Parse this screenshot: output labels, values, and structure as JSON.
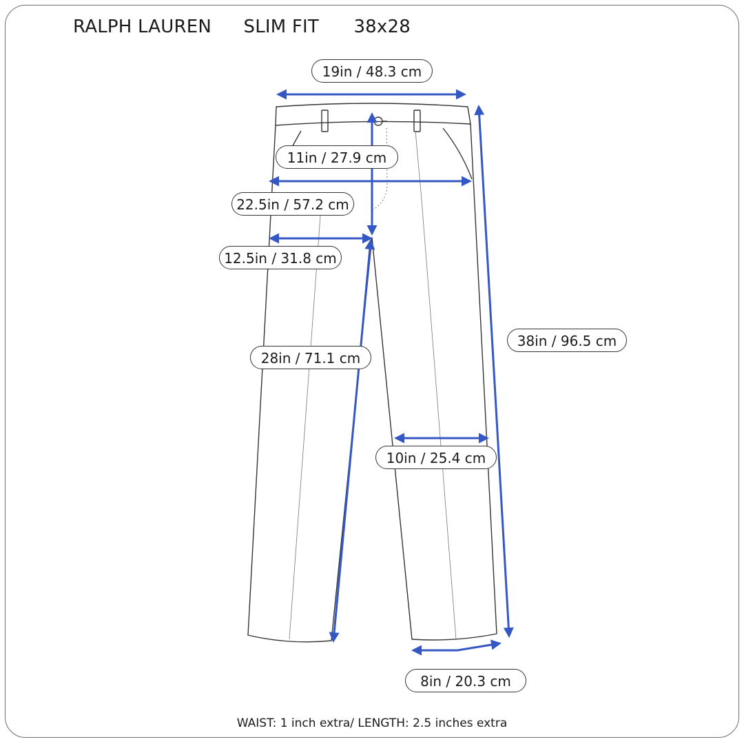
{
  "header": {
    "brand": "RALPH LAUREN",
    "fit": "SLIM FIT",
    "size": "38x28"
  },
  "measurements": {
    "waist": "19in / 48.3 cm",
    "front_rise": "11in / 27.9 cm",
    "hip": "22.5in / 57.2 cm",
    "thigh": "12.5in / 31.8 cm",
    "inseam": "28in / 71.1 cm",
    "outseam": "38in / 96.5 cm",
    "knee": "10in / 25.4 cm",
    "leg_opening": "8in / 20.3 cm"
  },
  "footnote": "WAIST: 1 inch extra/ LENGTH: 2.5 inches extra",
  "colors": {
    "arrow": "#3457c4",
    "outline": "#333333"
  }
}
